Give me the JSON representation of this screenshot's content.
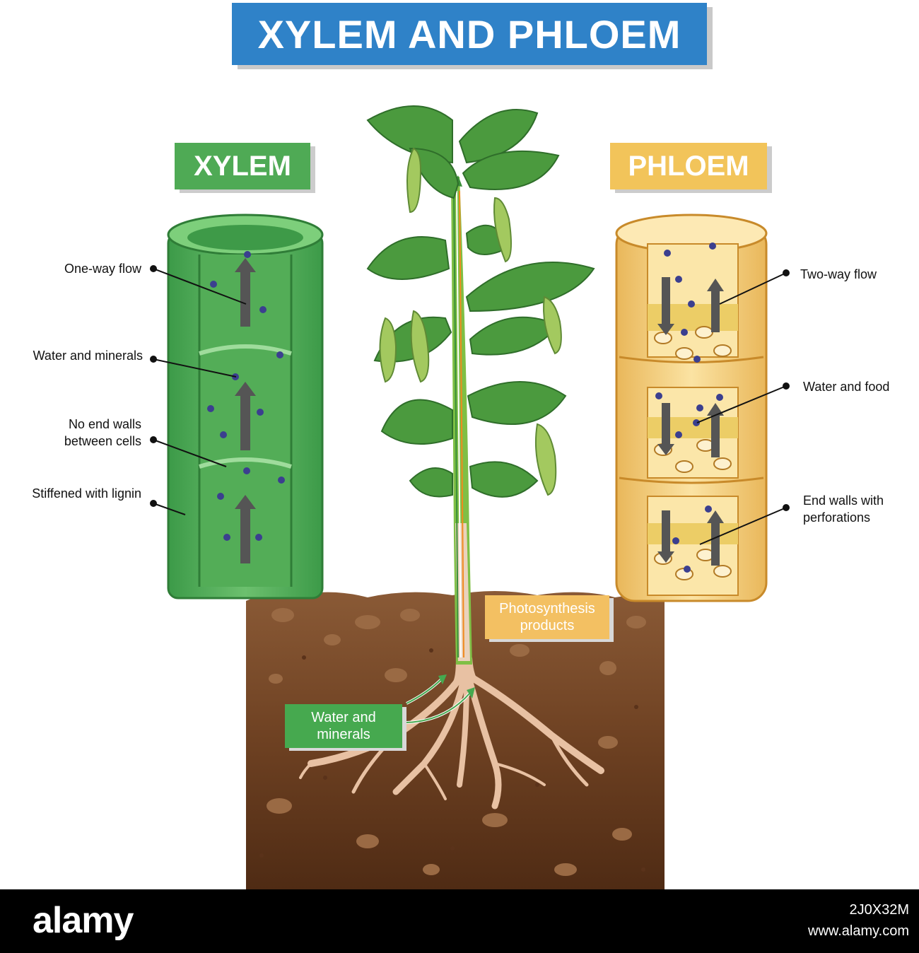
{
  "title": "XYLEM AND PHLOEM",
  "xylem": {
    "tag": "XYLEM",
    "labels": {
      "one_way": "One-way flow",
      "water_minerals": "Water and minerals",
      "no_end_walls": "No end walls between cells",
      "lignin": "Stiffened with lignin"
    }
  },
  "phloem": {
    "tag": "PHLOEM",
    "labels": {
      "two_way": "Two-way flow",
      "water_food": "Water and food",
      "end_walls": "End walls with perforations"
    }
  },
  "soil": {
    "water_label": "Water and minerals",
    "photo_label": "Photosynthesis products"
  },
  "footer": {
    "logo": "alamy",
    "code": "2J0X32M",
    "site": "www.alamy.com"
  },
  "colors": {
    "title_blue": "#2f82c8",
    "xylem_green": "#4faa55",
    "phloem_yellow": "#f2c45a",
    "soil_brown": "#7a4a2a"
  }
}
